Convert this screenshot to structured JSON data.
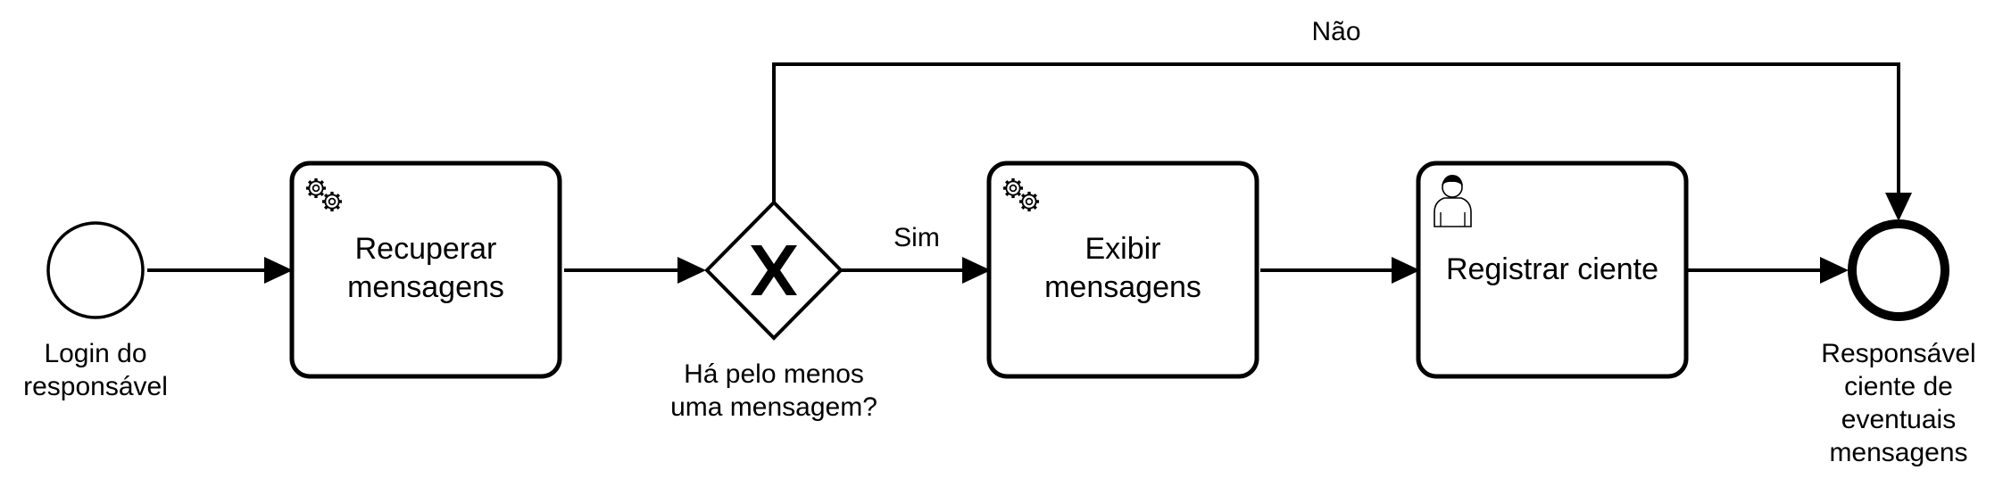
{
  "diagram": {
    "start_event": {
      "label_lines": [
        "Login do",
        "responsável"
      ]
    },
    "tasks": [
      {
        "id": "recuperar",
        "kind": "service",
        "icon": "gears-icon",
        "label_lines": [
          "Recuperar",
          "mensagens"
        ]
      },
      {
        "id": "exibir",
        "kind": "service",
        "icon": "gears-icon",
        "label_lines": [
          "Exibir",
          "mensagens"
        ]
      },
      {
        "id": "registrar",
        "kind": "user",
        "icon": "user-icon",
        "label_lines": [
          "Registrar ciente"
        ]
      }
    ],
    "gateway": {
      "kind": "exclusive",
      "marker": "X",
      "label_lines": [
        "Há pelo menos",
        "uma mensagem?"
      ]
    },
    "flows": {
      "yes_label": "Sim",
      "no_label": "Não"
    },
    "end_event": {
      "label_lines": [
        "Responsável",
        "ciente de",
        "eventuais",
        "mensagens"
      ]
    },
    "colors": {
      "stroke": "#000000",
      "fill": "#ffffff",
      "text": "#000000"
    }
  }
}
